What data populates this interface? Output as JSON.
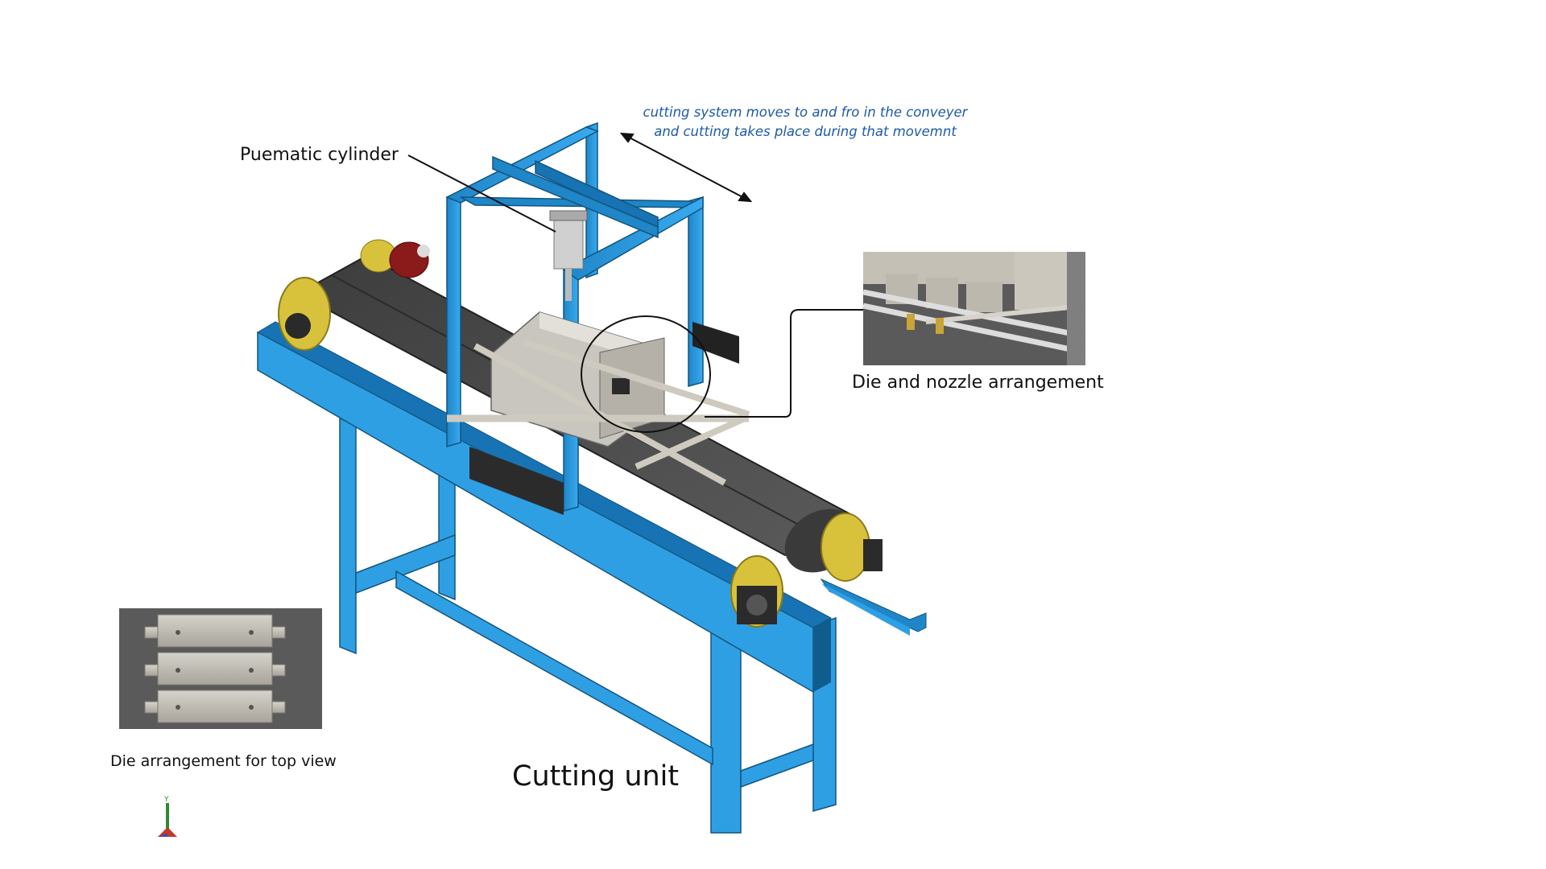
{
  "labels": {
    "pneumatic_cylinder": "Puematic cylinder",
    "motion_note_line1": "cutting system moves to and fro in the conveyer",
    "motion_note_line2": "and cutting takes place during that movemnt",
    "die_nozzle": "Die and nozzle arrangement",
    "die_top_view": "Die arrangement for top view",
    "title": "Cutting unit"
  },
  "colors": {
    "frame_blue": "#2e9be0",
    "frame_dark": "#0f5d8c",
    "belt": "#4a4a4a",
    "pulley_yellow": "#d8c23c",
    "note_blue": "#1d5aa8"
  }
}
